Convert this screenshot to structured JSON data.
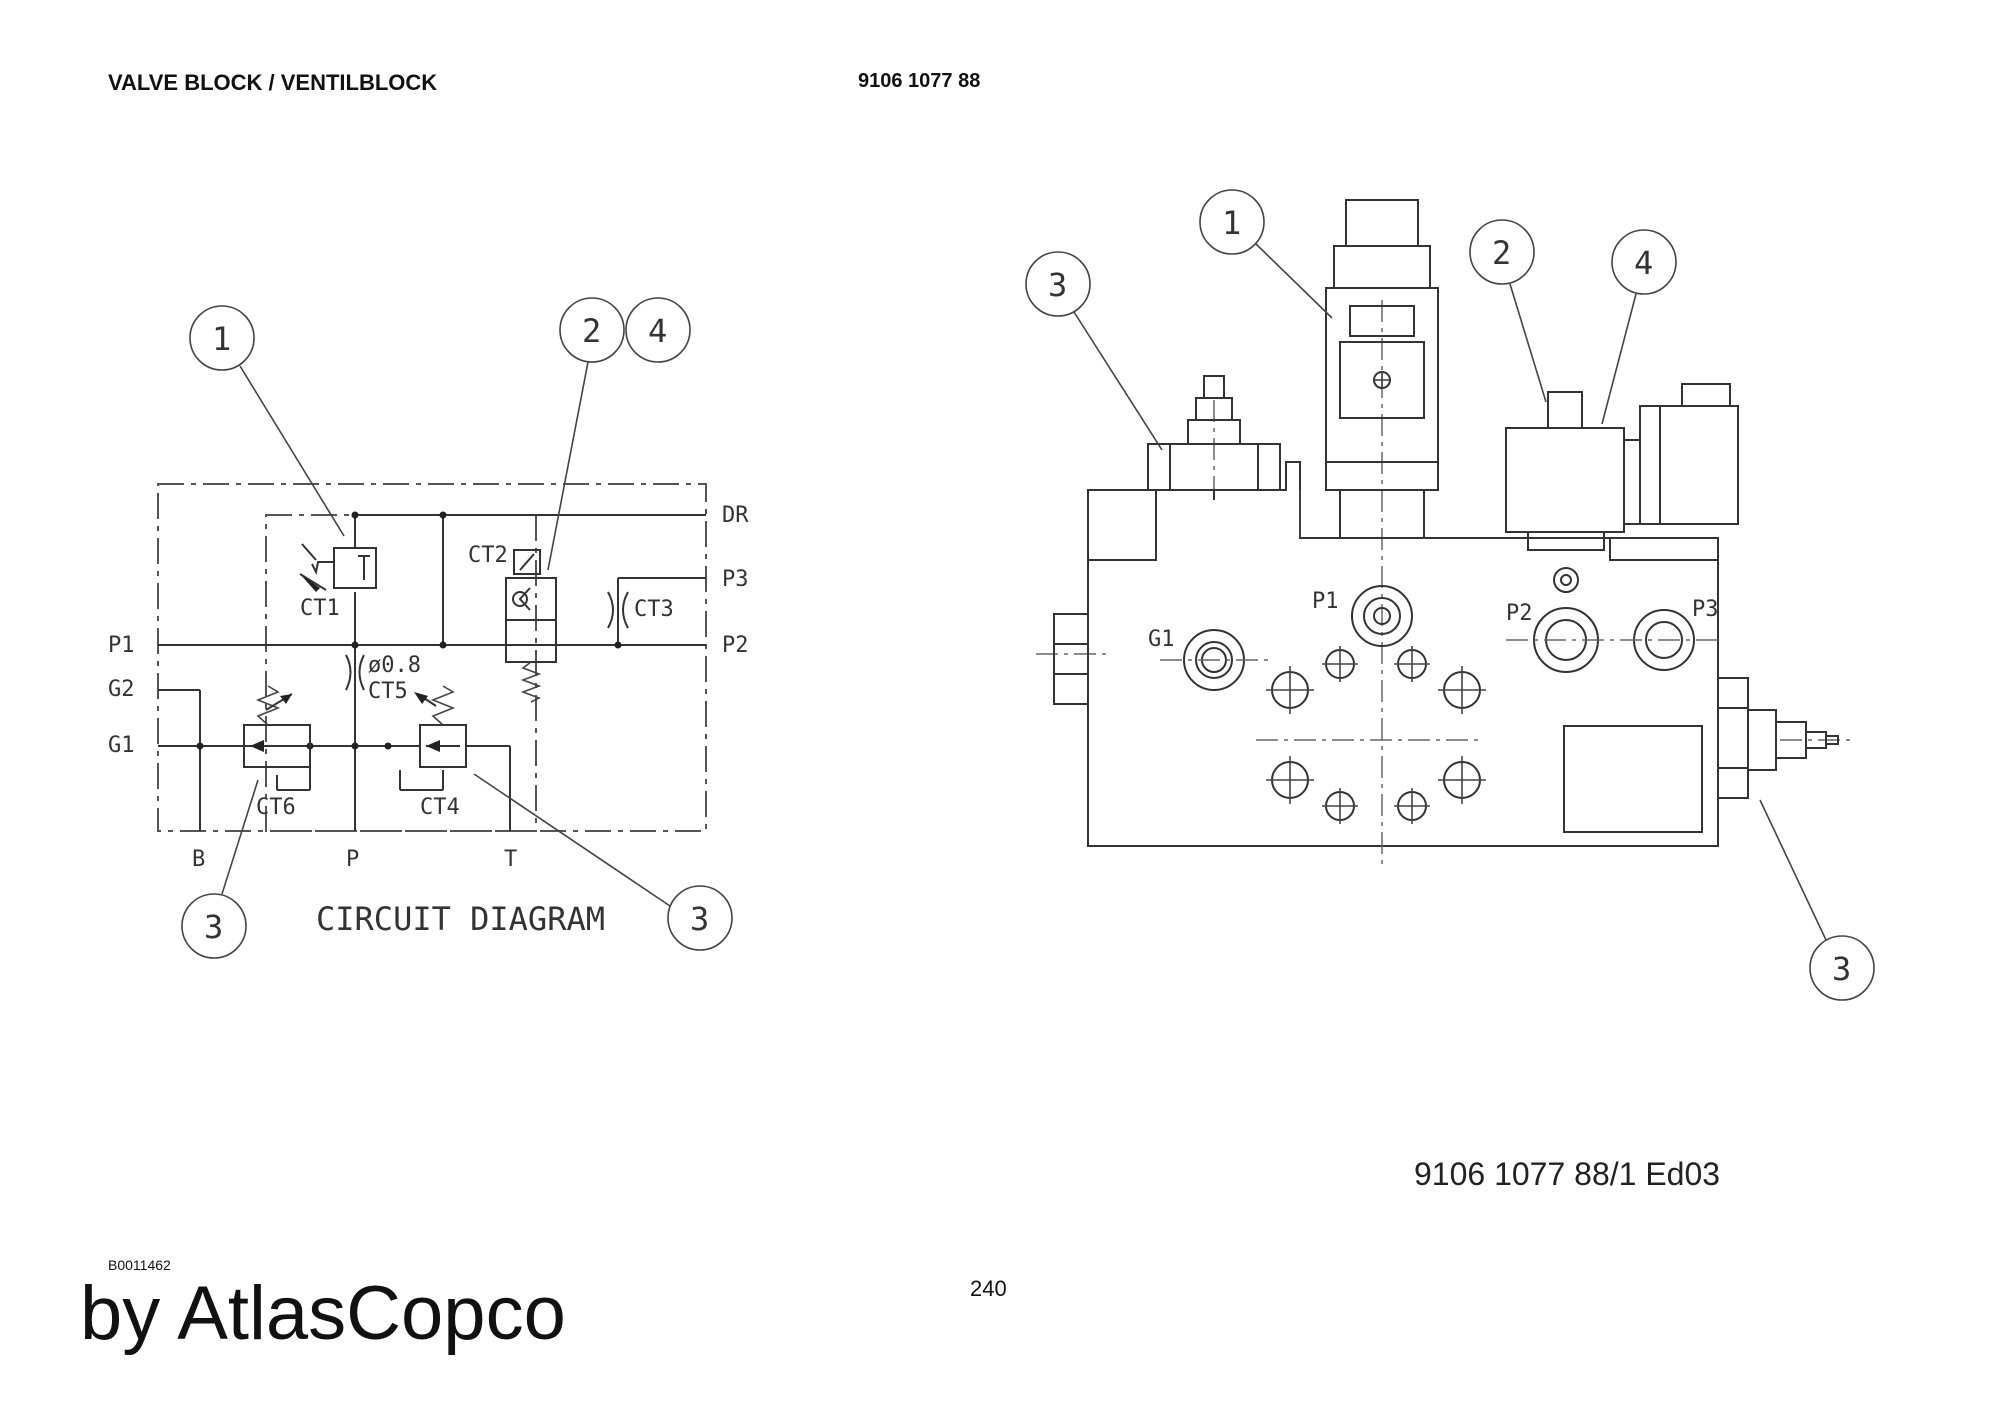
{
  "header": {
    "title": "VALVE BLOCK / VENTILBLOCK",
    "part_number": "9106 1077 88"
  },
  "circuit": {
    "title": "CIRCUIT DIAGRAM",
    "ports": {
      "dr": "DR",
      "p3": "P3",
      "p2": "P2",
      "p1": "P1",
      "g2": "G2",
      "g1": "G1",
      "b": "B",
      "p": "P",
      "t": "T"
    },
    "components": {
      "ct1": "CT1",
      "ct2": "CT2",
      "ct3": "CT3",
      "ct4": "CT4",
      "ct5": "CT5",
      "ct6": "CT6"
    },
    "orifice": "ø0.8"
  },
  "block_view": {
    "ports": {
      "g1": "G1",
      "p1": "P1",
      "p2": "P2",
      "p3": "P3"
    }
  },
  "callouts": {
    "c1": "1",
    "c2": "2",
    "c3": "3",
    "c4": "4"
  },
  "footer": {
    "drawing_ref": "9106 1077 88/1  Ed03",
    "doc_id": "B0011462",
    "page": "240",
    "brand": "by AtlasCopco"
  }
}
